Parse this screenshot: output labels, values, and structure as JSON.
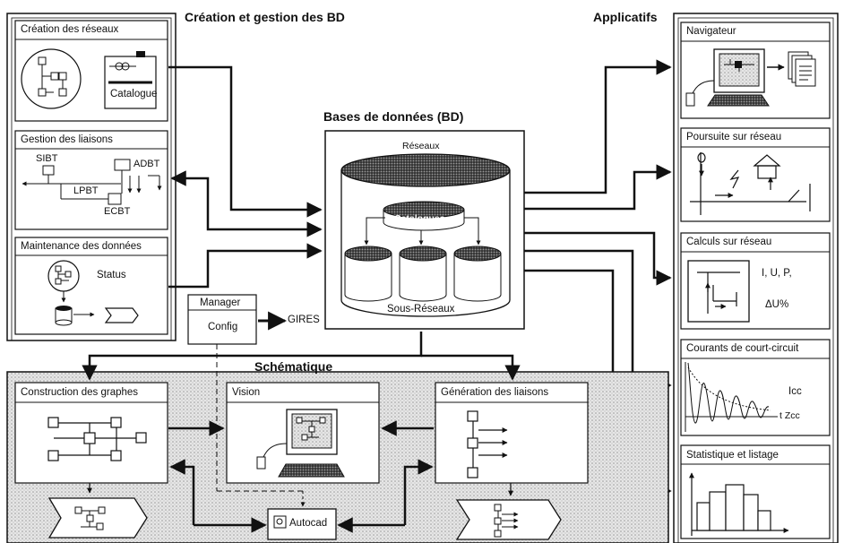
{
  "sections": {
    "creation": "Création et gestion des BD",
    "bases": "Bases de données (BD)",
    "applicatifs": "Applicatifs",
    "schematique": "Schématique"
  },
  "boxes": {
    "creation_reseaux": "Création des réseaux",
    "catalogue": "Catalogue",
    "gestion_liaisons": "Gestion des liaisons",
    "maintenance": "Maintenance des données",
    "status": "Status",
    "manager": "Manager",
    "config": "Config",
    "gires": "GIRES",
    "navigateur": "Navigateur",
    "poursuite": "Poursuite sur réseau",
    "calculs": "Calculs sur réseau",
    "courants": "Courants de court-circuit",
    "statistique": "Statistique et listage",
    "construction": "Construction des graphes",
    "vision": "Vision",
    "generation": "Génération des liaisons",
    "autocad": "Autocad"
  },
  "liaisons": {
    "sibt": "SIBT",
    "adbt": "ADBT",
    "lpbt": "LPBT",
    "ecbt": "ECBT"
  },
  "bd": {
    "reseaux": "Réseaux",
    "catalogues": "Catalogues",
    "sous_reseaux": "Sous-Réseaux"
  },
  "calc": {
    "iup": "I, U, P,",
    "du": "ΔU%"
  },
  "court": {
    "icc": "Icc",
    "tzcc": "t Zcc"
  }
}
